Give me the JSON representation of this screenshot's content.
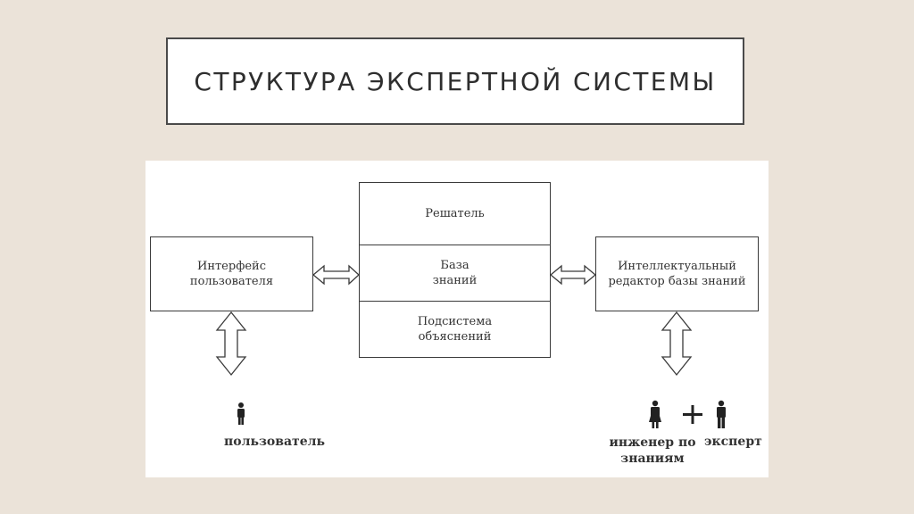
{
  "slide": {
    "title": "СТРУКТУРА ЭКСПЕРТНОЙ СИСТЕМЫ"
  },
  "diagram": {
    "user_interface": "Интерфейс пользователя",
    "core": {
      "solver": "Решатель",
      "knowledge_base": "База знаний",
      "explanation": "Подсистема объяснений"
    },
    "editor": "Интеллектуальный редактор базы знаний",
    "people": {
      "user": "пользователь",
      "engineer": "инженер по знаниям",
      "expert": "эксперт",
      "plus": "+"
    }
  }
}
